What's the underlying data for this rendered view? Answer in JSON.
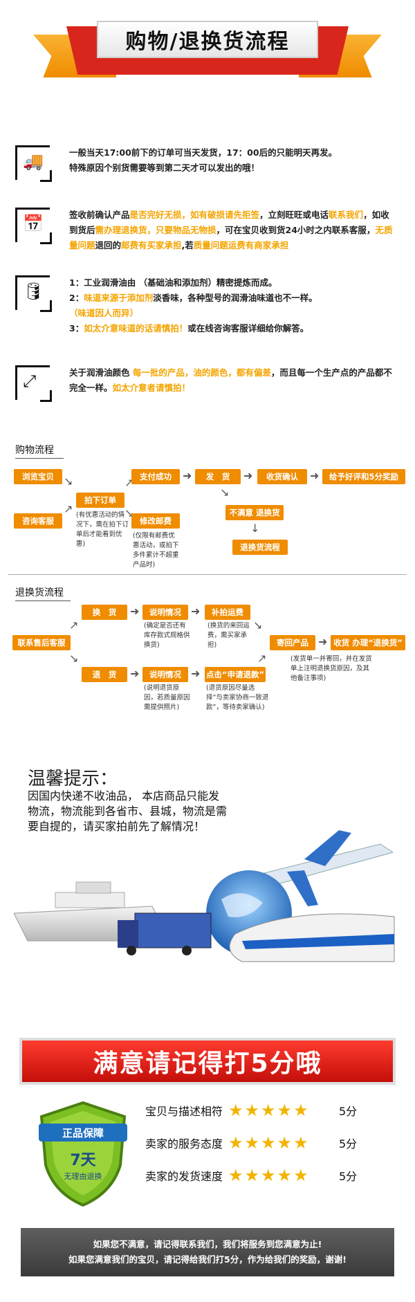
{
  "header": {
    "title": "购物/退换货流程"
  },
  "info": {
    "shipping": {
      "icon": "truck-icon",
      "line1": "一般当天17:00前下的订单可当天发货，17：00后的只能明天再发。",
      "line2": "特殊原因个别货需要等到第二天才可以发出的哦！"
    },
    "receipt": {
      "icon": "calendar-icon",
      "p1": "签收前确认产品",
      "p1h": "是否完好无损，如有破损请先拒签",
      "p2": "，立刻旺旺或电话",
      "p2h": "联系我们",
      "p3": "，如收到货后",
      "p3h": "需办理退换货，只要物品无物损",
      "p4": "，可在宝贝收到货24小时之内联系客服，",
      "p4h": "无质量问题",
      "p5": "退回的",
      "p5h": "邮费有买家承担",
      "p6": ",若",
      "p6h": "质量问题运费有商家承担"
    },
    "oil": {
      "icon": "oil-can-icon",
      "l1": "1：工业润滑油由 （基础油和添加剂）精密提炼而成。",
      "l2a": "2：",
      "l2h": "味道来源于添加剂",
      "l2b": "淡香味，各种型号的润滑油味道也不一样。",
      "l2c": "（味道因人而异）",
      "l3a": "3：",
      "l3h": "如太介意味道的话请慎拍！",
      "l3b": "或在线咨询客服详细给你解答。"
    },
    "color": {
      "icon": "expand-arrow-icon",
      "a": "关于润滑油颜色 ",
      "h1": "每一批的产品，油的颜色，都有偏差",
      "b": "，而且每一个生产点的产品都不完全一样。",
      "h2": "如太介意者请慎拍！"
    }
  },
  "shopping_flow": {
    "title": "购物流程",
    "browse": "浏览宝贝",
    "consult": "咨询客服",
    "order": "拍下订单",
    "order_note": "(有优惠活动的情况下，需在拍下订单后才能看到优惠)",
    "pay": "支付成功",
    "modify": "修改邮费",
    "modify_note": "(仅限有邮费优惠活动，或拍下多件累计不超重产品时)",
    "ship": "发　货",
    "confirm": "收货确认",
    "review": "给予好评和5分奖励",
    "unsatisfied": "不满意  退换货",
    "return_flow": "退换货流程"
  },
  "return_flow": {
    "title": "退换货流程",
    "contact": "联系售后客服",
    "exchange": "换　货",
    "refund": "退　货",
    "explain1": "说明情况",
    "explain1_note": "(确定是否还有库存款式规格供换货)",
    "explain2": "说明情况",
    "explain2_note": "(说明退货原因，若质量原因需提供照片)",
    "postage": "补拍运费",
    "postage_note": "(换货的来回运费，需买家承担)",
    "apply": "点击“申请退款”",
    "apply_note": "(退货原因尽量选择“与卖家协商一致退款”，等待卖家确认)",
    "sendback": "寄回产品",
    "receive": "收货 办理“退换货”",
    "sendback_note": "(发货单一并寄回，并在发货单上注明退换货原因，及其他备注事项)"
  },
  "tips": {
    "title": "温馨提示：",
    "text": "因国内快递不收油品， 本店商品只能发物流，物流能到各省市、县城，物流是需要自提的，请买家拍前先了解情况！"
  },
  "rating": {
    "banner": "满意请记得打5分哦",
    "shield_top": "正品保障",
    "shield_mid": "7天",
    "shield_bottom": "无理由退换",
    "rows": [
      {
        "label": "宝贝与描述相符",
        "stars": "★★★★★",
        "score": "5分"
      },
      {
        "label": "卖家的服务态度",
        "stars": "★★★★★",
        "score": "5分"
      },
      {
        "label": "卖家的发货速度",
        "stars": "★★★★★",
        "score": "5分"
      }
    ]
  },
  "footer": {
    "line1": "如果您不满意，请记得联系我们，我们将服务到您满意为止!",
    "line2": "如果您满意我们的宝贝，请记得给我们打5分，作为给我们的奖励，谢谢!"
  },
  "colors": {
    "accent": "#f08c00",
    "brand_red": "#d9261c",
    "highlight": "#f4a400"
  }
}
